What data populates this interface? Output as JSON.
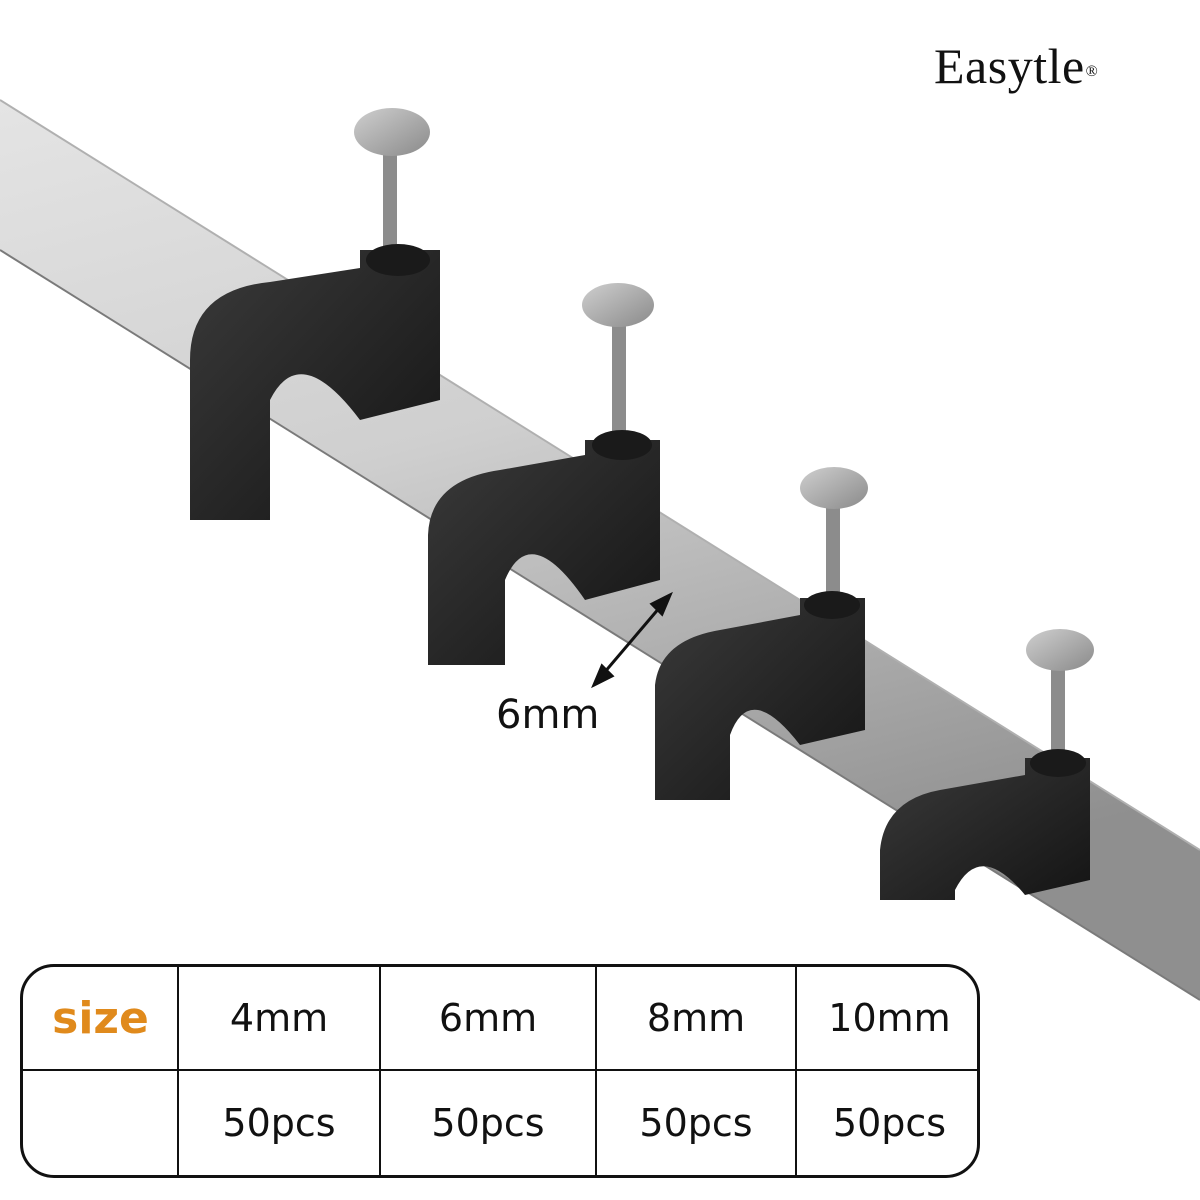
{
  "brand": {
    "name": "Easytle",
    "mark": "®"
  },
  "dimension_label": "6mm",
  "size_table": {
    "header_label": "size",
    "sizes": [
      "4mm",
      "6mm",
      "8mm",
      "10mm"
    ],
    "quantities": [
      "50pcs",
      "50pcs",
      "50pcs",
      "50pcs"
    ]
  },
  "colors": {
    "header_accent": "#e08a1c",
    "cable": "#c9c9c9",
    "clip": "#2a2a2a",
    "nail": "#9a9a9a"
  }
}
